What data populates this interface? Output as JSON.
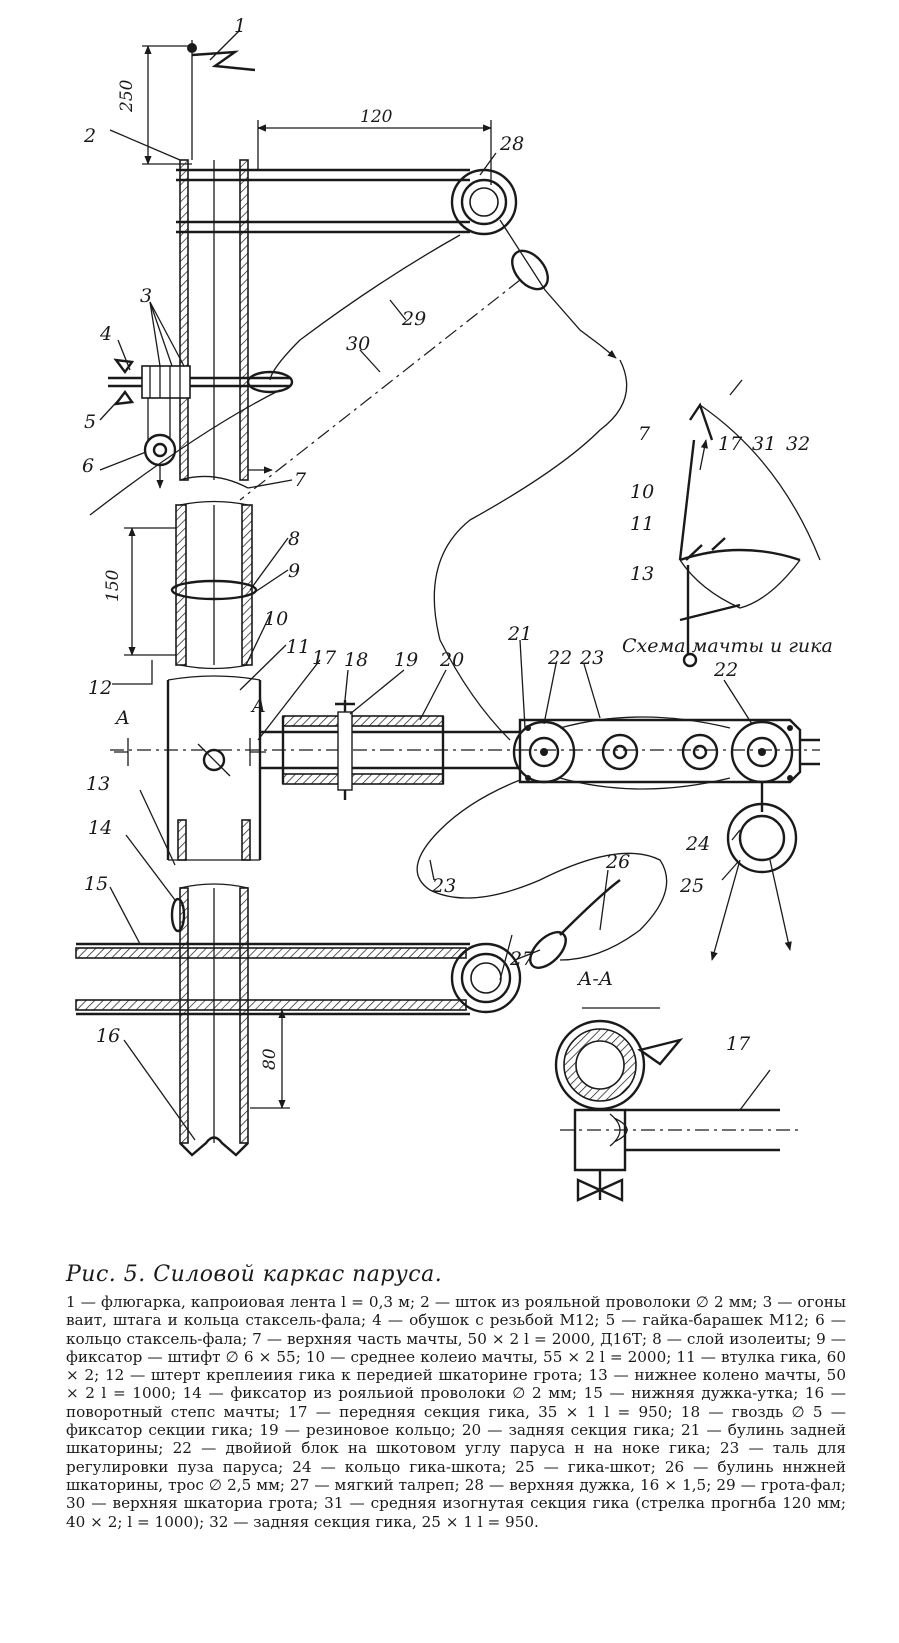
{
  "dims": {
    "d250": "250",
    "d120": "120",
    "d150": "150",
    "d80": "80"
  },
  "labels": [
    "1",
    "2",
    "3",
    "4",
    "5",
    "6",
    "7",
    "8",
    "9",
    "10",
    "11",
    "12",
    "13",
    "14",
    "15",
    "16",
    "17",
    "18",
    "19",
    "20",
    "21",
    "22",
    "23",
    "24",
    "25",
    "26",
    "27",
    "28",
    "29",
    "30",
    "31",
    "32"
  ],
  "section": {
    "mark": "A",
    "title": "А-А"
  },
  "schema": {
    "title": "Схема мачты и гика",
    "labels": [
      "7",
      "10",
      "11",
      "13",
      "17",
      "31",
      "32"
    ]
  },
  "caption": {
    "title": "Рис. 5. Силовой каркас паруса.",
    "legend": "1 — флюгарка, капроиовая лента l = 0,3 м; 2 — шток из рояльной проволоки ∅ 2 мм; 3 — огоны ваит, штага и кольца стаксель-фала; 4 — обушок с резьбой M12; 5 — гайка-барашек M12; 6 — кольцо стаксель-фала; 7 — верхняя часть мачты, 50 × 2 l = 2000, Д16Т; 8 — слой изолеиты; 9 — фиксатор — штифт ∅ 6 × 55; 10 — среднее колеио мачты, 55 × 2 l = 2000; 11 — втулка гика, 60 × 2; 12 — штерт креплеиия гика к передией шкаторине грота; 13 — нижнее колено мачты, 50 × 2 l = 1000; 14 — фиксатор из рояльиой проволоки ∅ 2 мм; 15 — нижняя дужка-утка; 16 — поворотный степс мачты; 17 — передняя секция гика, 35 × 1 l = 950; 18 — гвоздь ∅ 5 — фиксатор секции гика; 19 — резиновое кольцо; 20 — задняя секция гика; 21 — булинь задней шкаторины; 22 — двойиой блок на шкотовом углу паруса н на ноке гика; 23 — таль для регулировки пуза паруса; 24 — кольцо гика-шкота; 25 — гика-шкот; 26 — булинь ннжней шкаторины, трос ∅ 2,5 мм; 27 — мягкий талреп; 28 — верхняя дужка, 16 × 1,5; 29 — грота-фал; 30 — верхняя шкаториа грота; 31 — средняя изогнутая секция гика (стрелка прогнба 120 мм; 40 × 2; l = 1000); 32 — задняя секция гика, 25 × 1 l = 950."
  }
}
